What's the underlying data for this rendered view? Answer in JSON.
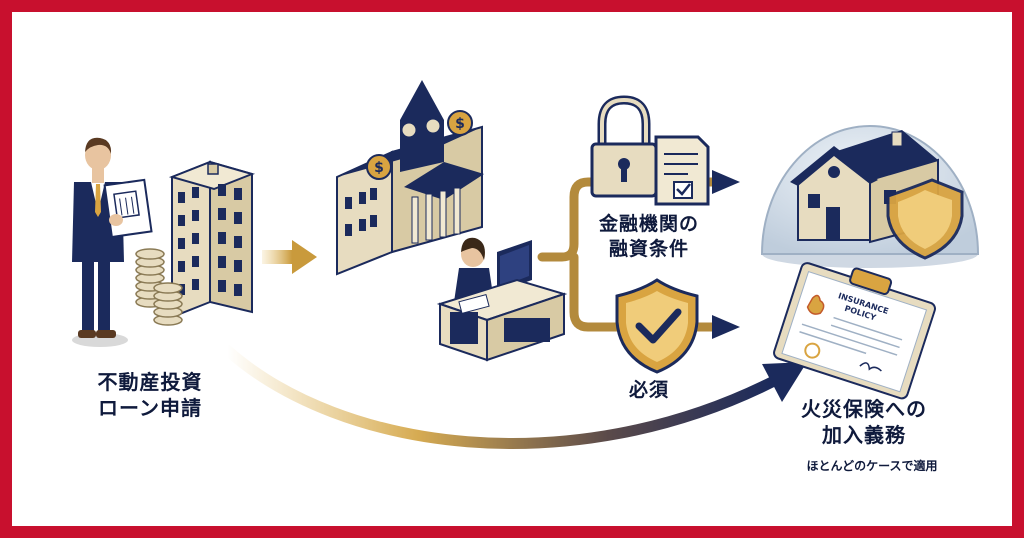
{
  "labels": {
    "loan_line1": "不動産投資",
    "loan_line2": "ローン申請",
    "bank_line1": "金融機関の",
    "bank_line2": "融資条件",
    "required": "必須",
    "insurance_line1": "火災保険への",
    "insurance_line2": "加入義務",
    "insurance_note": "ほとんどのケースで適用"
  },
  "policy_text": {
    "line1": "INSURANCE",
    "line2": "POLICY"
  },
  "coin_symbol": "$",
  "colors": {
    "border": "#c8102e",
    "navy": "#1b2a5c",
    "gold": "#d9a441",
    "cream": "#e7dcc0",
    "text": "#0f1a3c"
  },
  "icons": [
    "investor",
    "apartment-building",
    "coin-stack",
    "bank",
    "bank-clerk",
    "padlock",
    "document-check",
    "shield-check",
    "house-dome",
    "insurance-policy"
  ]
}
